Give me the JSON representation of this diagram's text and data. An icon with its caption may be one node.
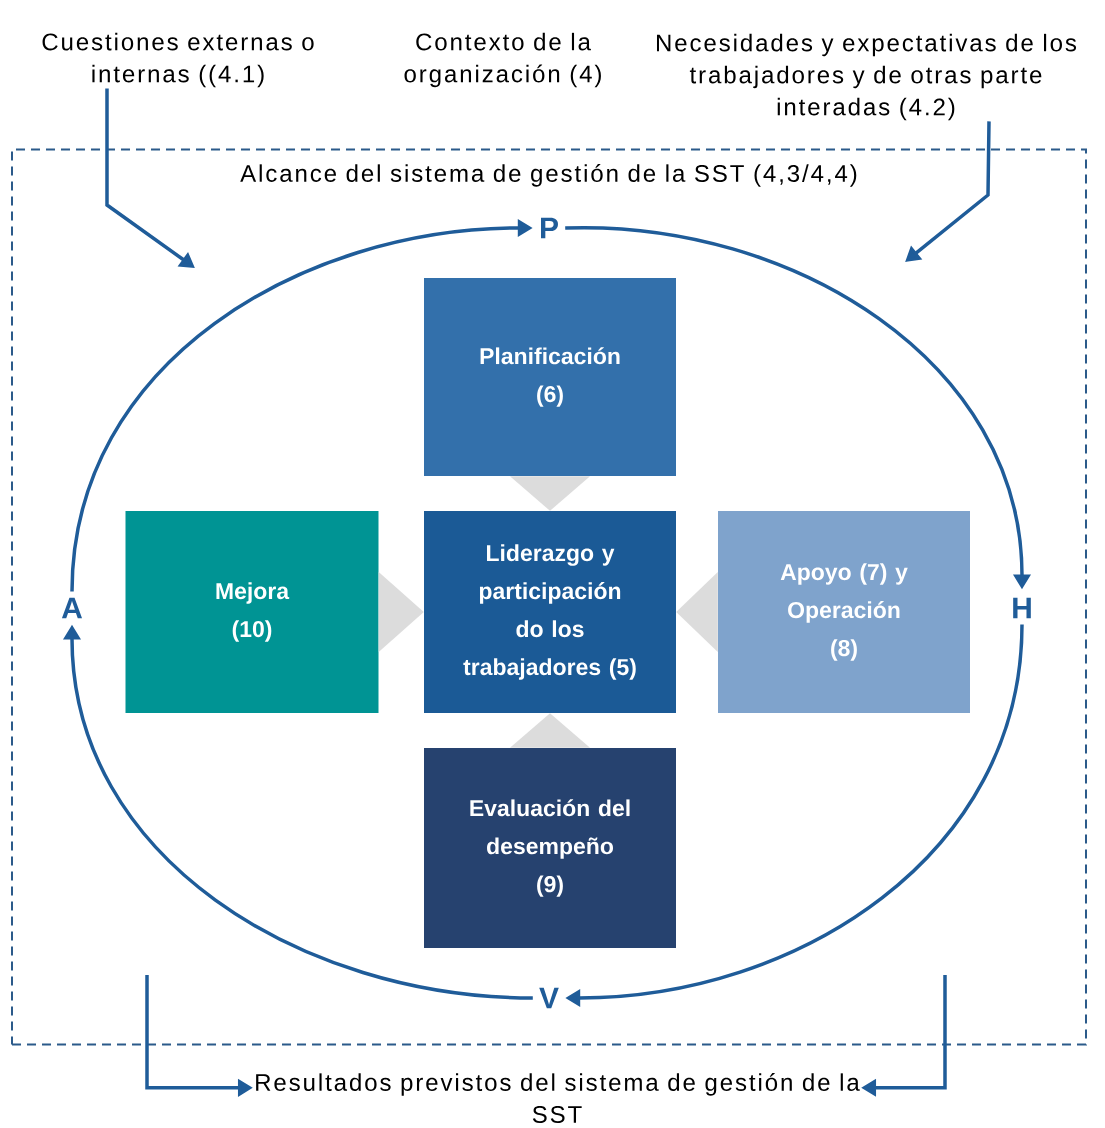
{
  "diagram": {
    "nodes": [
      {
        "text": [
          "Cuestiones externas o internas ((4.1)"
        ]
      },
      {
        "text": [
          "Contexto de la organización (4)"
        ]
      },
      {
        "text": [
          "Necesidades y expectativas de los trabajadores y de otras parte interadas (4.2)"
        ]
      },
      {
        "text": [
          "Alcance del sistema de gestión de la SST (4,3/4,4)"
        ]
      },
      {
        "text": [
          "P"
        ],
        "in": 3
      },
      {
        "text": [
          "H"
        ],
        "in": 3
      },
      {
        "text": [
          "V"
        ],
        "in": 3
      },
      {
        "text": [
          "A"
        ],
        "in": 3
      },
      {
        "text": [
          "Planificación (6)"
        ],
        "in": 3
      },
      {
        "text": [
          "Mejora (10)"
        ],
        "in": 3
      },
      {
        "text": [
          "Liderazgo y participación do los trabajadores (5)"
        ],
        "in": 3
      },
      {
        "text": [
          "Apoyo (7) y Operación (8)"
        ],
        "in": 3
      },
      {
        "text": [
          "Evaluación del desempeño (9)"
        ],
        "in": 3
      },
      {
        "text": [
          "Resultados previstos del sistema de gestión de la SST"
        ]
      }
    ],
    "edges": [
      {
        "from": 0,
        "to": null,
        "arrow": "to"
      },
      {
        "from": 2,
        "to": null,
        "arrow": "to"
      },
      {
        "from": 4,
        "to": 5,
        "arrow": "to"
      },
      {
        "from": 5,
        "to": 6,
        "arrow": "to"
      },
      {
        "from": 6,
        "to": 7,
        "arrow": "to"
      },
      {
        "from": 7,
        "to": 4,
        "arrow": "to"
      },
      {
        "from": 8,
        "to": 10,
        "arrow": "to",
        "color": "#dcdcdc"
      },
      {
        "from": 9,
        "to": 10,
        "arrow": "to",
        "color": "#dcdcdc"
      },
      {
        "from": 11,
        "to": 10,
        "arrow": "to",
        "color": "#dcdcdc"
      },
      {
        "from": 12,
        "to": 10,
        "arrow": "to",
        "color": "#dcdcdc"
      },
      {
        "from": null,
        "to": 13,
        "arrow": "to"
      },
      {
        "from": null,
        "to": 13,
        "arrow": "to"
      }
    ]
  }
}
